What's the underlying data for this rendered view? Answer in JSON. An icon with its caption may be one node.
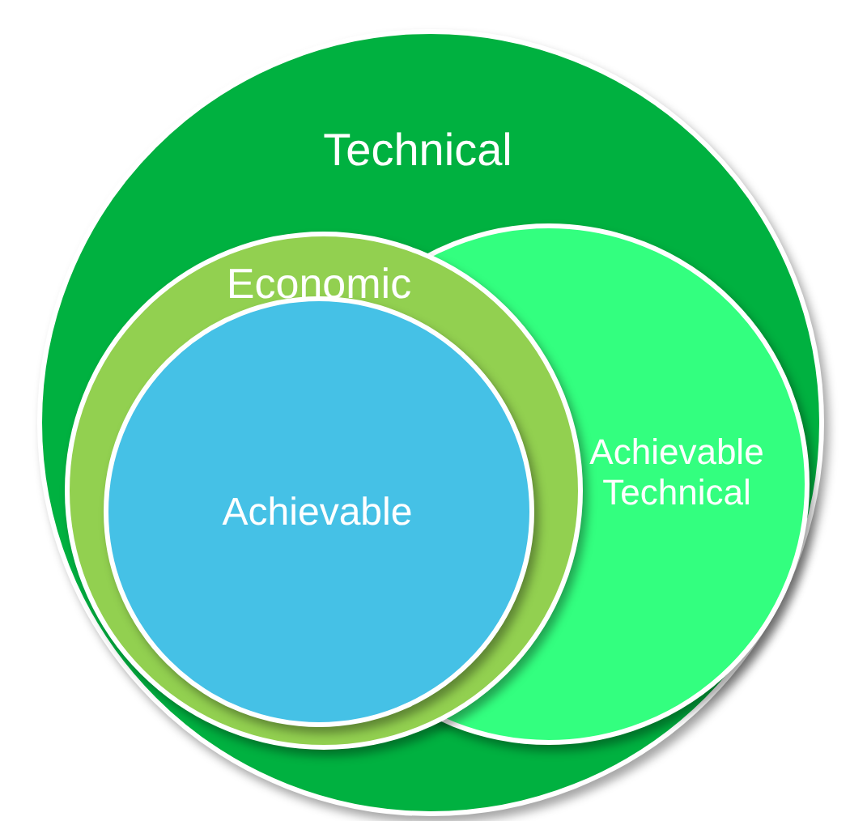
{
  "diagram": {
    "nodes": [
      {
        "text": [
          "Technical"
        ]
      },
      {
        "text": [
          "Achievable Technical"
        ],
        "in": 0
      },
      {
        "text": [
          "Economic"
        ],
        "in": 0
      },
      {
        "text": [
          "Achievable"
        ],
        "in": 2
      }
    ]
  }
}
